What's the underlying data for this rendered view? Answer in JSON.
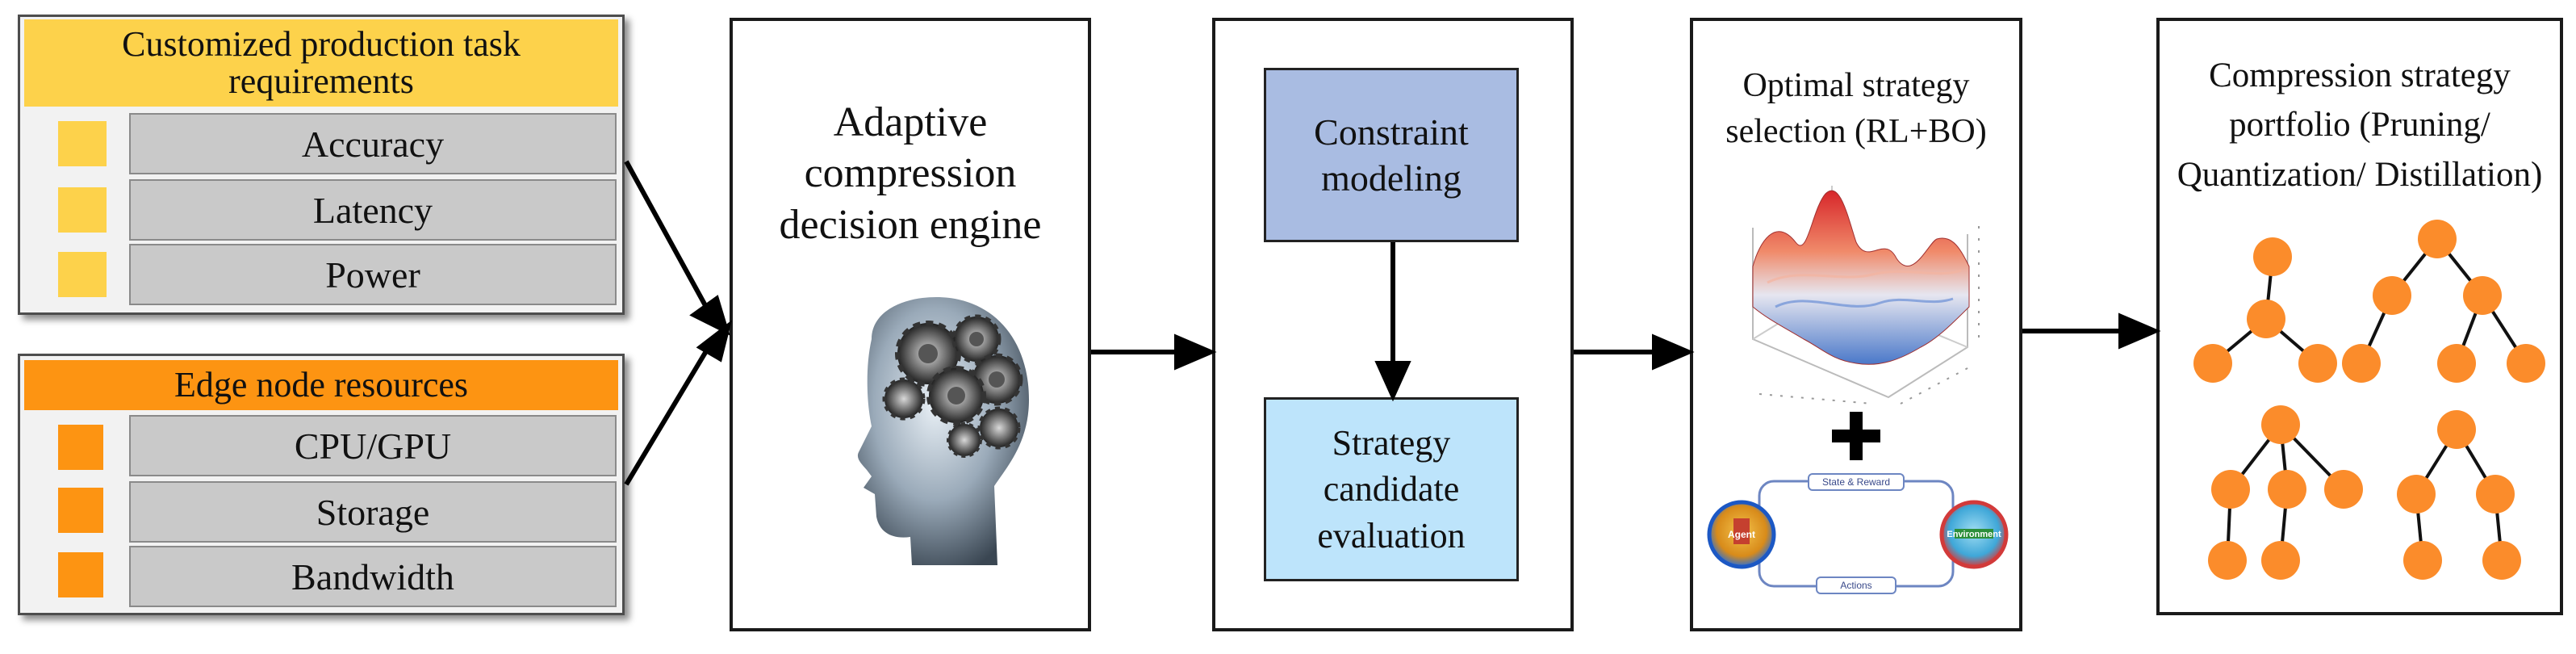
{
  "colors": {
    "task_header": "#fdd24b",
    "task_square": "#fdd24b",
    "edge_header": "#fd9412",
    "edge_square": "#fd9412",
    "row_fill": "#c9c9c9",
    "constraint_fill": "#a9bce2",
    "strategy_fill": "#bde4fb",
    "tree_node": "#fb8c2b"
  },
  "task": {
    "title": "Customized production task requirements",
    "items": [
      "Accuracy",
      "Latency",
      "Power"
    ]
  },
  "edge": {
    "title": "Edge node resources",
    "items": [
      "CPU/GPU",
      "Storage",
      "Bandwidth"
    ]
  },
  "engine": {
    "title": "Adaptive compression decision engine",
    "image": "head-with-gears-icon"
  },
  "modeling": {
    "constraint": "Constraint modeling",
    "strategy": "Strategy candidate evaluation"
  },
  "selection": {
    "title": "Optimal strategy selection (RL+BO)",
    "surface": "3d-surface-plot-icon",
    "rl_top": "State & Reward",
    "rl_bottom": "Actions",
    "rl_left": "Agent",
    "rl_right": "Environment"
  },
  "portfolio": {
    "title": "Compression strategy portfolio (Pruning/ Quantization/ Distillation)"
  }
}
